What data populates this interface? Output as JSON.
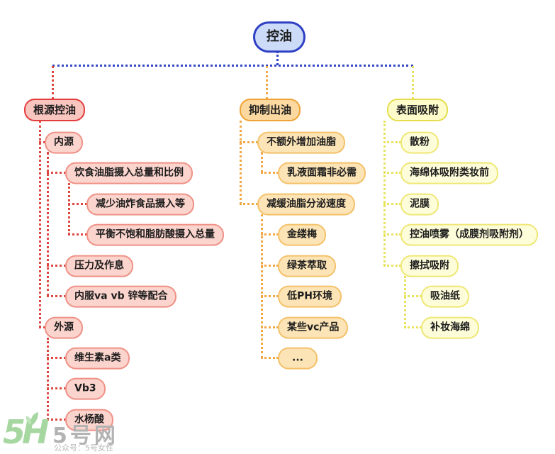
{
  "mindmap": {
    "root": {
      "label": "控油",
      "color": "#2e40c3",
      "fill": "#ccdbf7"
    },
    "branches": [
      {
        "label": "根源控油",
        "color": "#e23c3c",
        "fill": "#f9c5bf",
        "children": [
          {
            "label": "内源",
            "children": [
              {
                "label": "饮食油脂摄入总量和比例",
                "children": [
                  {
                    "label": "减少油炸食品摄入等"
                  },
                  {
                    "label": "平衡不饱和脂肪酸摄入总量"
                  }
                ]
              },
              {
                "label": "压力及作息"
              },
              {
                "label": "内服va vb 锌等配合"
              }
            ]
          },
          {
            "label": "外源",
            "children": [
              {
                "label": "维生素a类"
              },
              {
                "label": "Vb3"
              },
              {
                "label": "水杨酸"
              }
            ]
          }
        ]
      },
      {
        "label": "抑制出油",
        "color": "#f0a335",
        "fill": "#fbd8a0",
        "children": [
          {
            "label": "不额外增加油脂",
            "children": [
              {
                "label": "乳液面霜非必需"
              }
            ]
          },
          {
            "label": "减缓油脂分泌速度",
            "children": [
              {
                "label": "金缕梅"
              },
              {
                "label": "绿茶萃取"
              },
              {
                "label": "低PH环境"
              },
              {
                "label": "某些vc产品"
              },
              {
                "label": "..."
              }
            ]
          }
        ]
      },
      {
        "label": "表面吸附",
        "color": "#e5dd4d",
        "fill": "#fdfcca",
        "children": [
          {
            "label": "散粉"
          },
          {
            "label": "海绵体吸附类妆前"
          },
          {
            "label": "泥膜"
          },
          {
            "label": "控油喷雾（成膜剂吸附剂）"
          },
          {
            "label": "擦拭吸附",
            "children": [
              {
                "label": "吸油纸"
              },
              {
                "label": "补妆海绵"
              }
            ]
          }
        ]
      }
    ]
  },
  "watermark": {
    "logo": "5H",
    "site": "5号网",
    "caption": "公众号：5号女性",
    "logo_color": "#a6d7a0",
    "text_color": "#b3b3b3"
  }
}
